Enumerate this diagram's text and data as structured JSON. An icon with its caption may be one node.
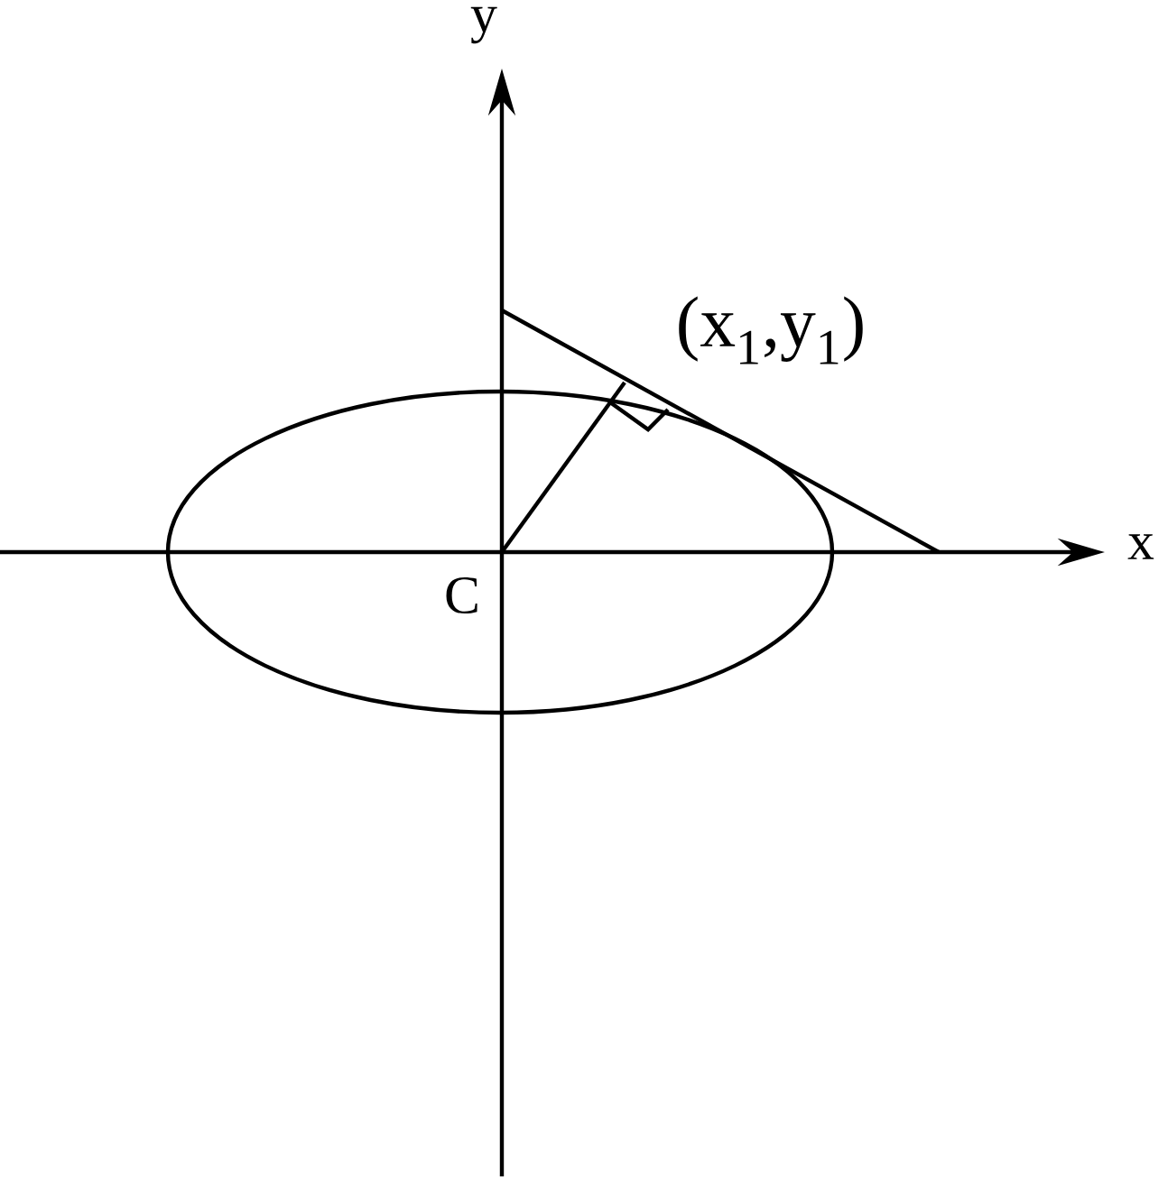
{
  "diagram": {
    "labels": [
      "y",
      "(x$_{1}$,y$_{1}$)",
      "x",
      "C"
    ]
  }
}
